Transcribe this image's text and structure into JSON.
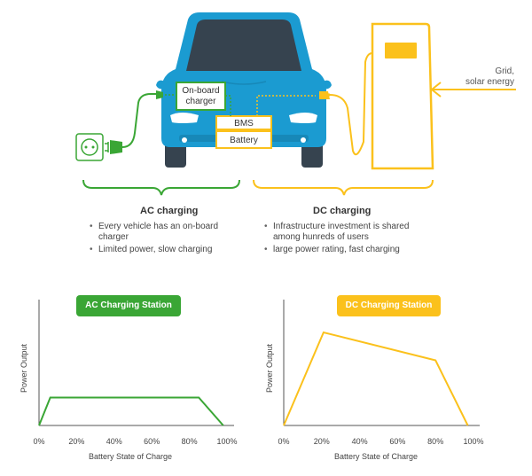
{
  "diagram": {
    "onboard_charger_label": [
      "On-board",
      "charger"
    ],
    "bms_label": "BMS",
    "battery_label": "Battery",
    "grid_label": [
      "Grid,",
      "solar energy"
    ],
    "colors": {
      "car_body": "#1b9bd1",
      "car_dark": "#36434f",
      "ac_green": "#3aa635",
      "dc_yellow": "#fbc11c"
    }
  },
  "ac_section": {
    "title": "AC charging",
    "bullets": [
      "Every vehicle has an on-board charger",
      "Limited power, slow charging"
    ]
  },
  "dc_section": {
    "title": "DC charging",
    "bullets": [
      "Infrastructure investment is shared among hunreds of users",
      "large power rating, fast charging"
    ]
  },
  "chart_data": [
    {
      "type": "line",
      "title": "AC Charging Station",
      "xlabel": "Battery State of Charge",
      "ylabel": "Power Output",
      "xticks": [
        "0%",
        "20%",
        "40%",
        "60%",
        "80%",
        "100%"
      ],
      "x": [
        0,
        6,
        85,
        98
      ],
      "y": [
        0,
        30,
        30,
        0
      ],
      "xlim": [
        0,
        100
      ],
      "ylim": [
        0,
        100
      ],
      "color": "#3aa635"
    },
    {
      "type": "line",
      "title": "DC Charging Station",
      "xlabel": "Battery State of Charge",
      "ylabel": "Power Output",
      "xticks": [
        "0%",
        "20%",
        "40%",
        "60%",
        "80%",
        "100%"
      ],
      "x": [
        0,
        21,
        80,
        97
      ],
      "y": [
        0,
        100,
        70,
        0
      ],
      "xlim": [
        0,
        100
      ],
      "ylim": [
        0,
        100
      ],
      "color": "#fbc11c"
    }
  ]
}
